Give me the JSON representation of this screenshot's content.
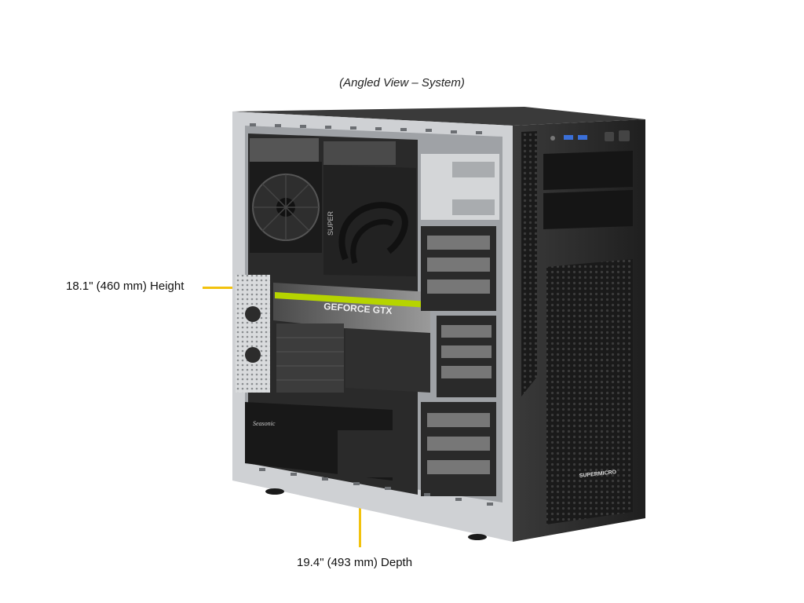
{
  "view_title": "(Angled View – System)",
  "dimensions": {
    "height_label": "18.1\" (460 mm) Height",
    "depth_label": "19.4\" (493 mm) Depth"
  },
  "product": {
    "gpu_label": "GEFORCE GTX",
    "brand_label": "SUPERMICRO",
    "psu_brand": "Seasonic",
    "board_brand": "SUPER"
  },
  "colors": {
    "leader": "#f2c20d",
    "chassis": "#2b2b2b",
    "frame": "#cfd1d4"
  }
}
